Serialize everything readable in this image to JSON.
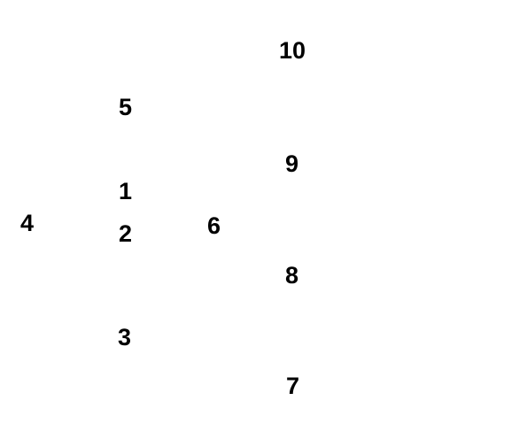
{
  "labels": [
    "4",
    "5",
    "1",
    "2",
    "3",
    "6",
    "10",
    "9",
    "8",
    "7"
  ]
}
